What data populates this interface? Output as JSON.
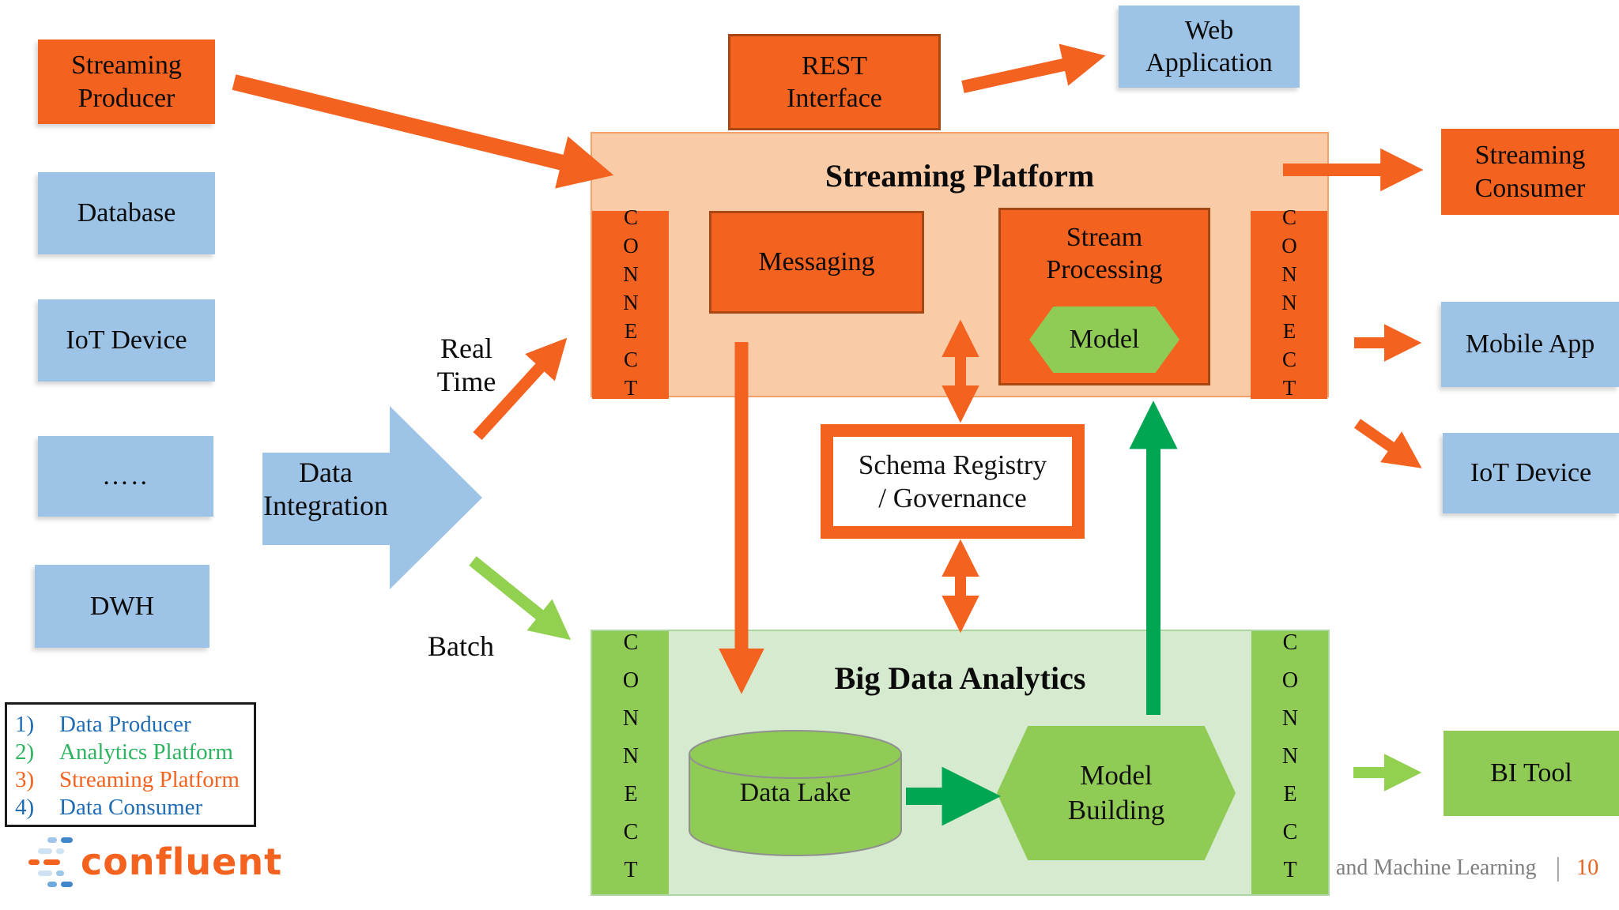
{
  "sources": {
    "streaming_producer": "Streaming Producer",
    "database": "Database",
    "iot_device": "IoT Device",
    "dots": "…..",
    "dwh": "DWH"
  },
  "integration": {
    "label": "Data Integration",
    "real_time": "Real Time",
    "batch": "Batch"
  },
  "rest_interface": {
    "label": "REST Interface"
  },
  "web_application": {
    "label": "Web Application"
  },
  "streaming_platform": {
    "title": "Streaming Platform",
    "connect": "CONNECT",
    "messaging": "Messaging",
    "stream_processing": "Stream Processing",
    "model": "Model"
  },
  "schema_registry": {
    "line1": "Schema Registry",
    "line2": "/ Governance"
  },
  "big_data": {
    "title": "Big Data Analytics",
    "connect": "CONNECT",
    "data_lake": "Data Lake",
    "model_building": "Model Building"
  },
  "outputs": {
    "streaming_consumer": "Streaming Consumer",
    "mobile_app": "Mobile App",
    "iot_device": "IoT Device",
    "bi_tool": "BI Tool"
  },
  "legend": {
    "items": [
      {
        "num": "1)",
        "label": "Data Producer",
        "color": "#1F6CB5"
      },
      {
        "num": "2)",
        "label": "Analytics Platform",
        "color": "#2DB460"
      },
      {
        "num": "3)",
        "label": "Streaming Platform",
        "color": "#F4621F"
      },
      {
        "num": "4)",
        "label": "Data Consumer",
        "color": "#1F6CB5"
      }
    ]
  },
  "logo": {
    "wordmark": "confluent"
  },
  "footer": {
    "text": "and Machine Learning",
    "separator": "|",
    "page": "10"
  },
  "colors": {
    "orange": "#F4621F",
    "light_orange": "#F9CBA7",
    "blue": "#9DC3E6",
    "green": "#8FCB55",
    "light_green": "#D5EACF",
    "dark_green": "#00A651",
    "light_green_arrow": "#92D050"
  }
}
